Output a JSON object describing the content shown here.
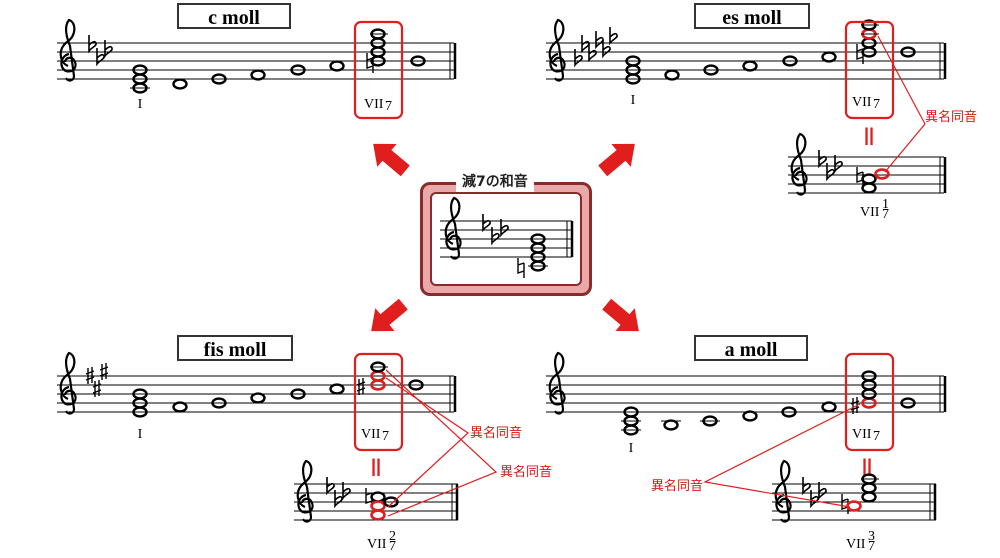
{
  "center": {
    "title": "減7の和音"
  },
  "panels": {
    "c_moll": {
      "key": "c moll",
      "roman_tonic": "I",
      "roman_seventh": "VII",
      "sub": "7"
    },
    "es_moll": {
      "key": "es moll",
      "roman_tonic": "I",
      "roman_seventh": "VII",
      "sub": "7",
      "eq": "||",
      "alt_roman": "VII",
      "alt_sub": "7",
      "alt_sup": "1",
      "enharmonic": "異名同音"
    },
    "fis_moll": {
      "key": "fis moll",
      "roman_tonic": "I",
      "roman_seventh": "VII",
      "sub": "7",
      "eq": "||",
      "alt_roman": "VII",
      "alt_sub": "7",
      "alt_sup": "2",
      "enharmonic_1": "異名同音",
      "enharmonic_2": "異名同音"
    },
    "a_moll": {
      "key": "a moll",
      "roman_tonic": "I",
      "roman_seventh": "VII",
      "sub": "7",
      "eq": "||",
      "alt_roman": "VII",
      "alt_sub": "7",
      "alt_sup": "3",
      "enharmonic": "異名同音"
    }
  },
  "colors": {
    "accent": "#e01e1e",
    "box_fill": "#e9a9a9",
    "box_border": "#8a2a2a"
  }
}
